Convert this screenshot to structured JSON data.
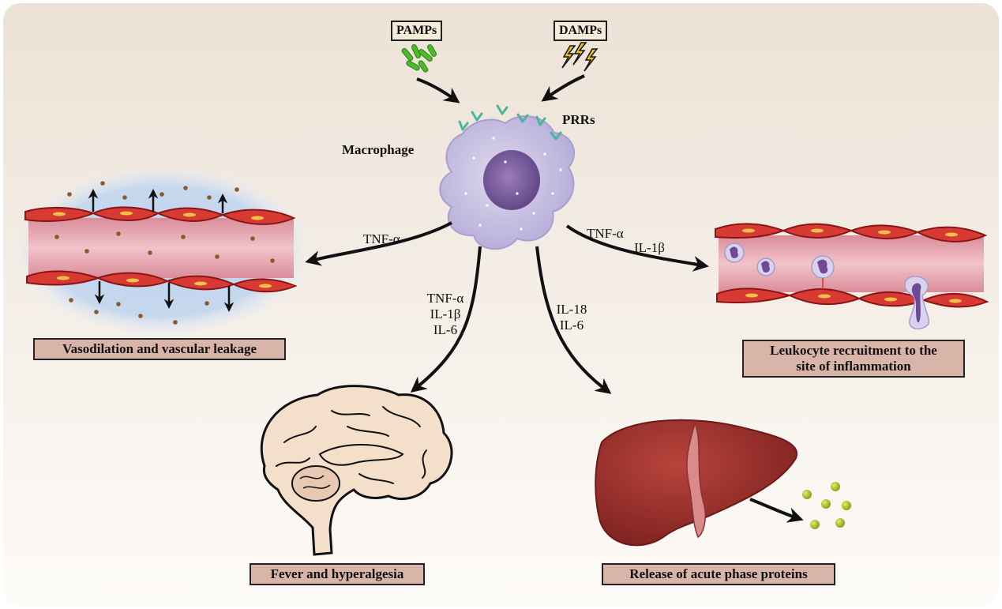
{
  "sources": {
    "pamps": "PAMPs",
    "damps": "DAMPs"
  },
  "cell": {
    "name": "Macrophage",
    "receptors": "PRRs"
  },
  "mediators": {
    "left": "TNF-α",
    "right_1": "TNF-α",
    "right_2": "IL-1β",
    "brain_1": "TNF-α",
    "brain_2": "IL-1β",
    "brain_3": "IL-6",
    "liver_1": "IL-18",
    "liver_2": "IL-6"
  },
  "outcomes": {
    "vascular": "Vasodilation and vascular leakage",
    "leukocyte_1": "Leukocyte recruitment to the",
    "leukocyte_2": "site of inflammation",
    "fever": "Fever and hyperalgesia",
    "liver": "Release of acute phase proteins"
  },
  "colors": {
    "background_top": "#efe6da",
    "background_bottom": "#fdfbf8",
    "label_box": "#d9b4a8",
    "source_box": "#f6ead9",
    "vessel_wall": "#c92a2a",
    "vessel_lumen": "#e9aab4",
    "macrophage": "#c9c3e3",
    "nucleus": "#7e5f9c",
    "liver": "#9e2f2a",
    "protein": "#a9b92a"
  }
}
